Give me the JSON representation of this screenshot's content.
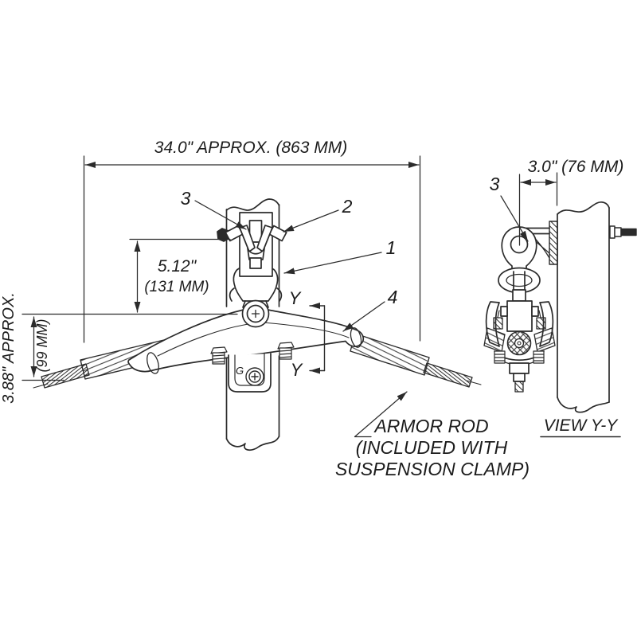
{
  "document": {
    "type": "technical line drawing",
    "subject": "suspension clamp assembly with armor rod on pole, front view and section view"
  },
  "dimensions": {
    "overall_width": "34.0\" APPROX. (863 MM)",
    "drop_in": "5.12\"",
    "drop_mm": "(131 MM)",
    "height_in": "3.88\" APPROX.",
    "height_mm": "(99 MM)",
    "bracket_offset": "3.0\" (76 MM)"
  },
  "callouts": {
    "c1": "1",
    "c2": "2",
    "c3": "3",
    "c4": "4",
    "c3_side": "3"
  },
  "section": {
    "marker": "Y",
    "view_label": "VIEW Y-Y"
  },
  "notes": {
    "armor_line1": "ARMOR ROD",
    "armor_line2": "(INCLUDED WITH",
    "armor_line3": "SUSPENSION CLAMP)"
  },
  "labels": {
    "ground": "G"
  },
  "colors": {
    "line": "#2b2b2b",
    "text": "#1c1c1c",
    "background": "#ffffff"
  }
}
